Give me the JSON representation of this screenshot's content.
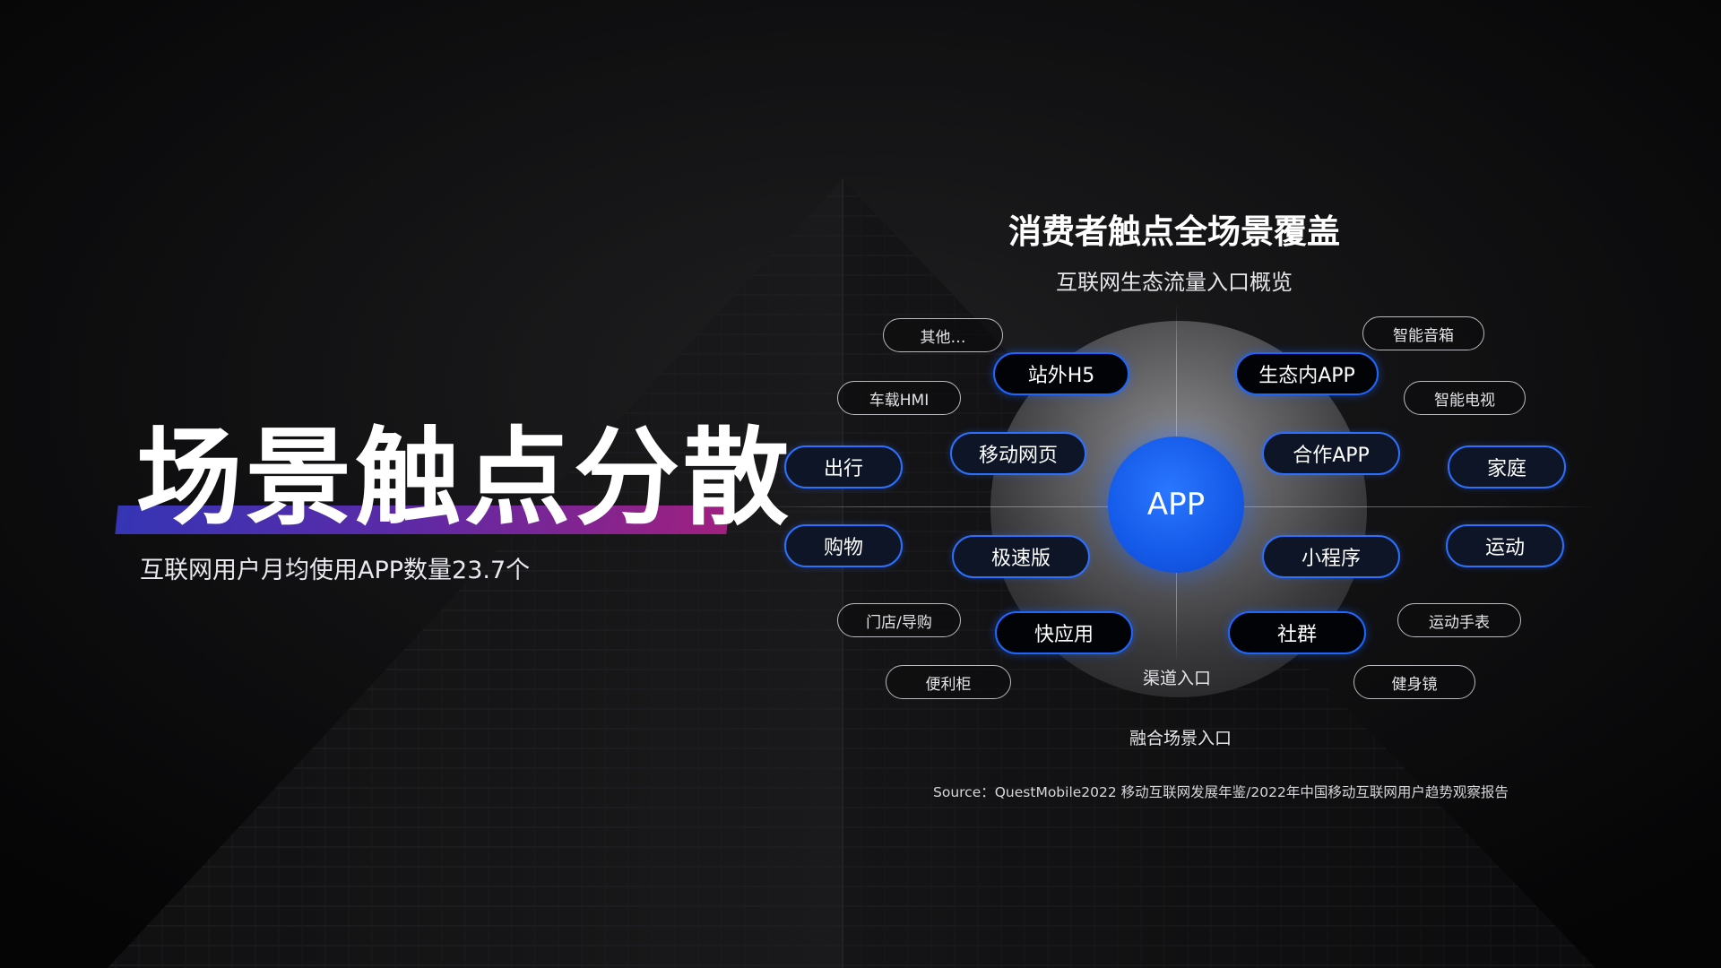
{
  "hero": {
    "title": "场景触点分散",
    "subtitle": "互联网用户月均使用APP数量23.7个"
  },
  "diagram": {
    "title": "消费者触点全场景覆盖",
    "subtitle": "互联网生态流量入口概览",
    "center_label": "APP",
    "inner_label": "渠道入口",
    "outer_label": "融合场景入口",
    "channel_nodes": [
      "站外H5",
      "移动网页",
      "极速版",
      "快应用",
      "生态内APP",
      "合作APP",
      "小程序",
      "社群"
    ],
    "scene_nodes_major": [
      "出行",
      "购物",
      "家庭",
      "运动"
    ],
    "scene_nodes_minor": [
      "其他…",
      "车载HMI",
      "门店/导购",
      "便利柜",
      "智能音箱",
      "智能电视",
      "运动手表",
      "健身镜"
    ]
  },
  "source": "Source：QuestMobile2022 移动互联网发展年鉴/2022年中国移动互联网用户趋势观察报告",
  "colors": {
    "accent_blue": "#1d66ff",
    "core_blue": "#1459e8",
    "bar_gradient_start": "#3535b4",
    "bar_gradient_end": "#a0207f",
    "background": "#0c0c0e"
  }
}
